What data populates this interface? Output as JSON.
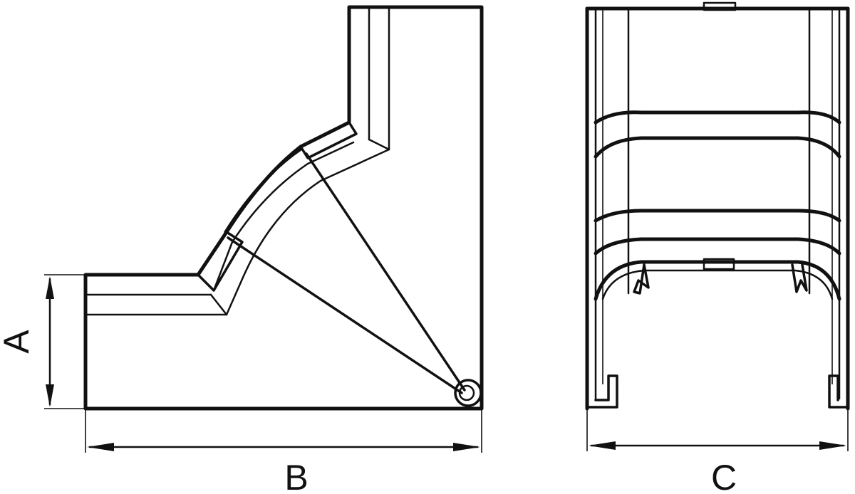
{
  "dimensions": {
    "a_label": "A",
    "b_label": "B",
    "c_label": "C"
  },
  "colors": {
    "line": "#111111",
    "background": "#ffffff"
  }
}
